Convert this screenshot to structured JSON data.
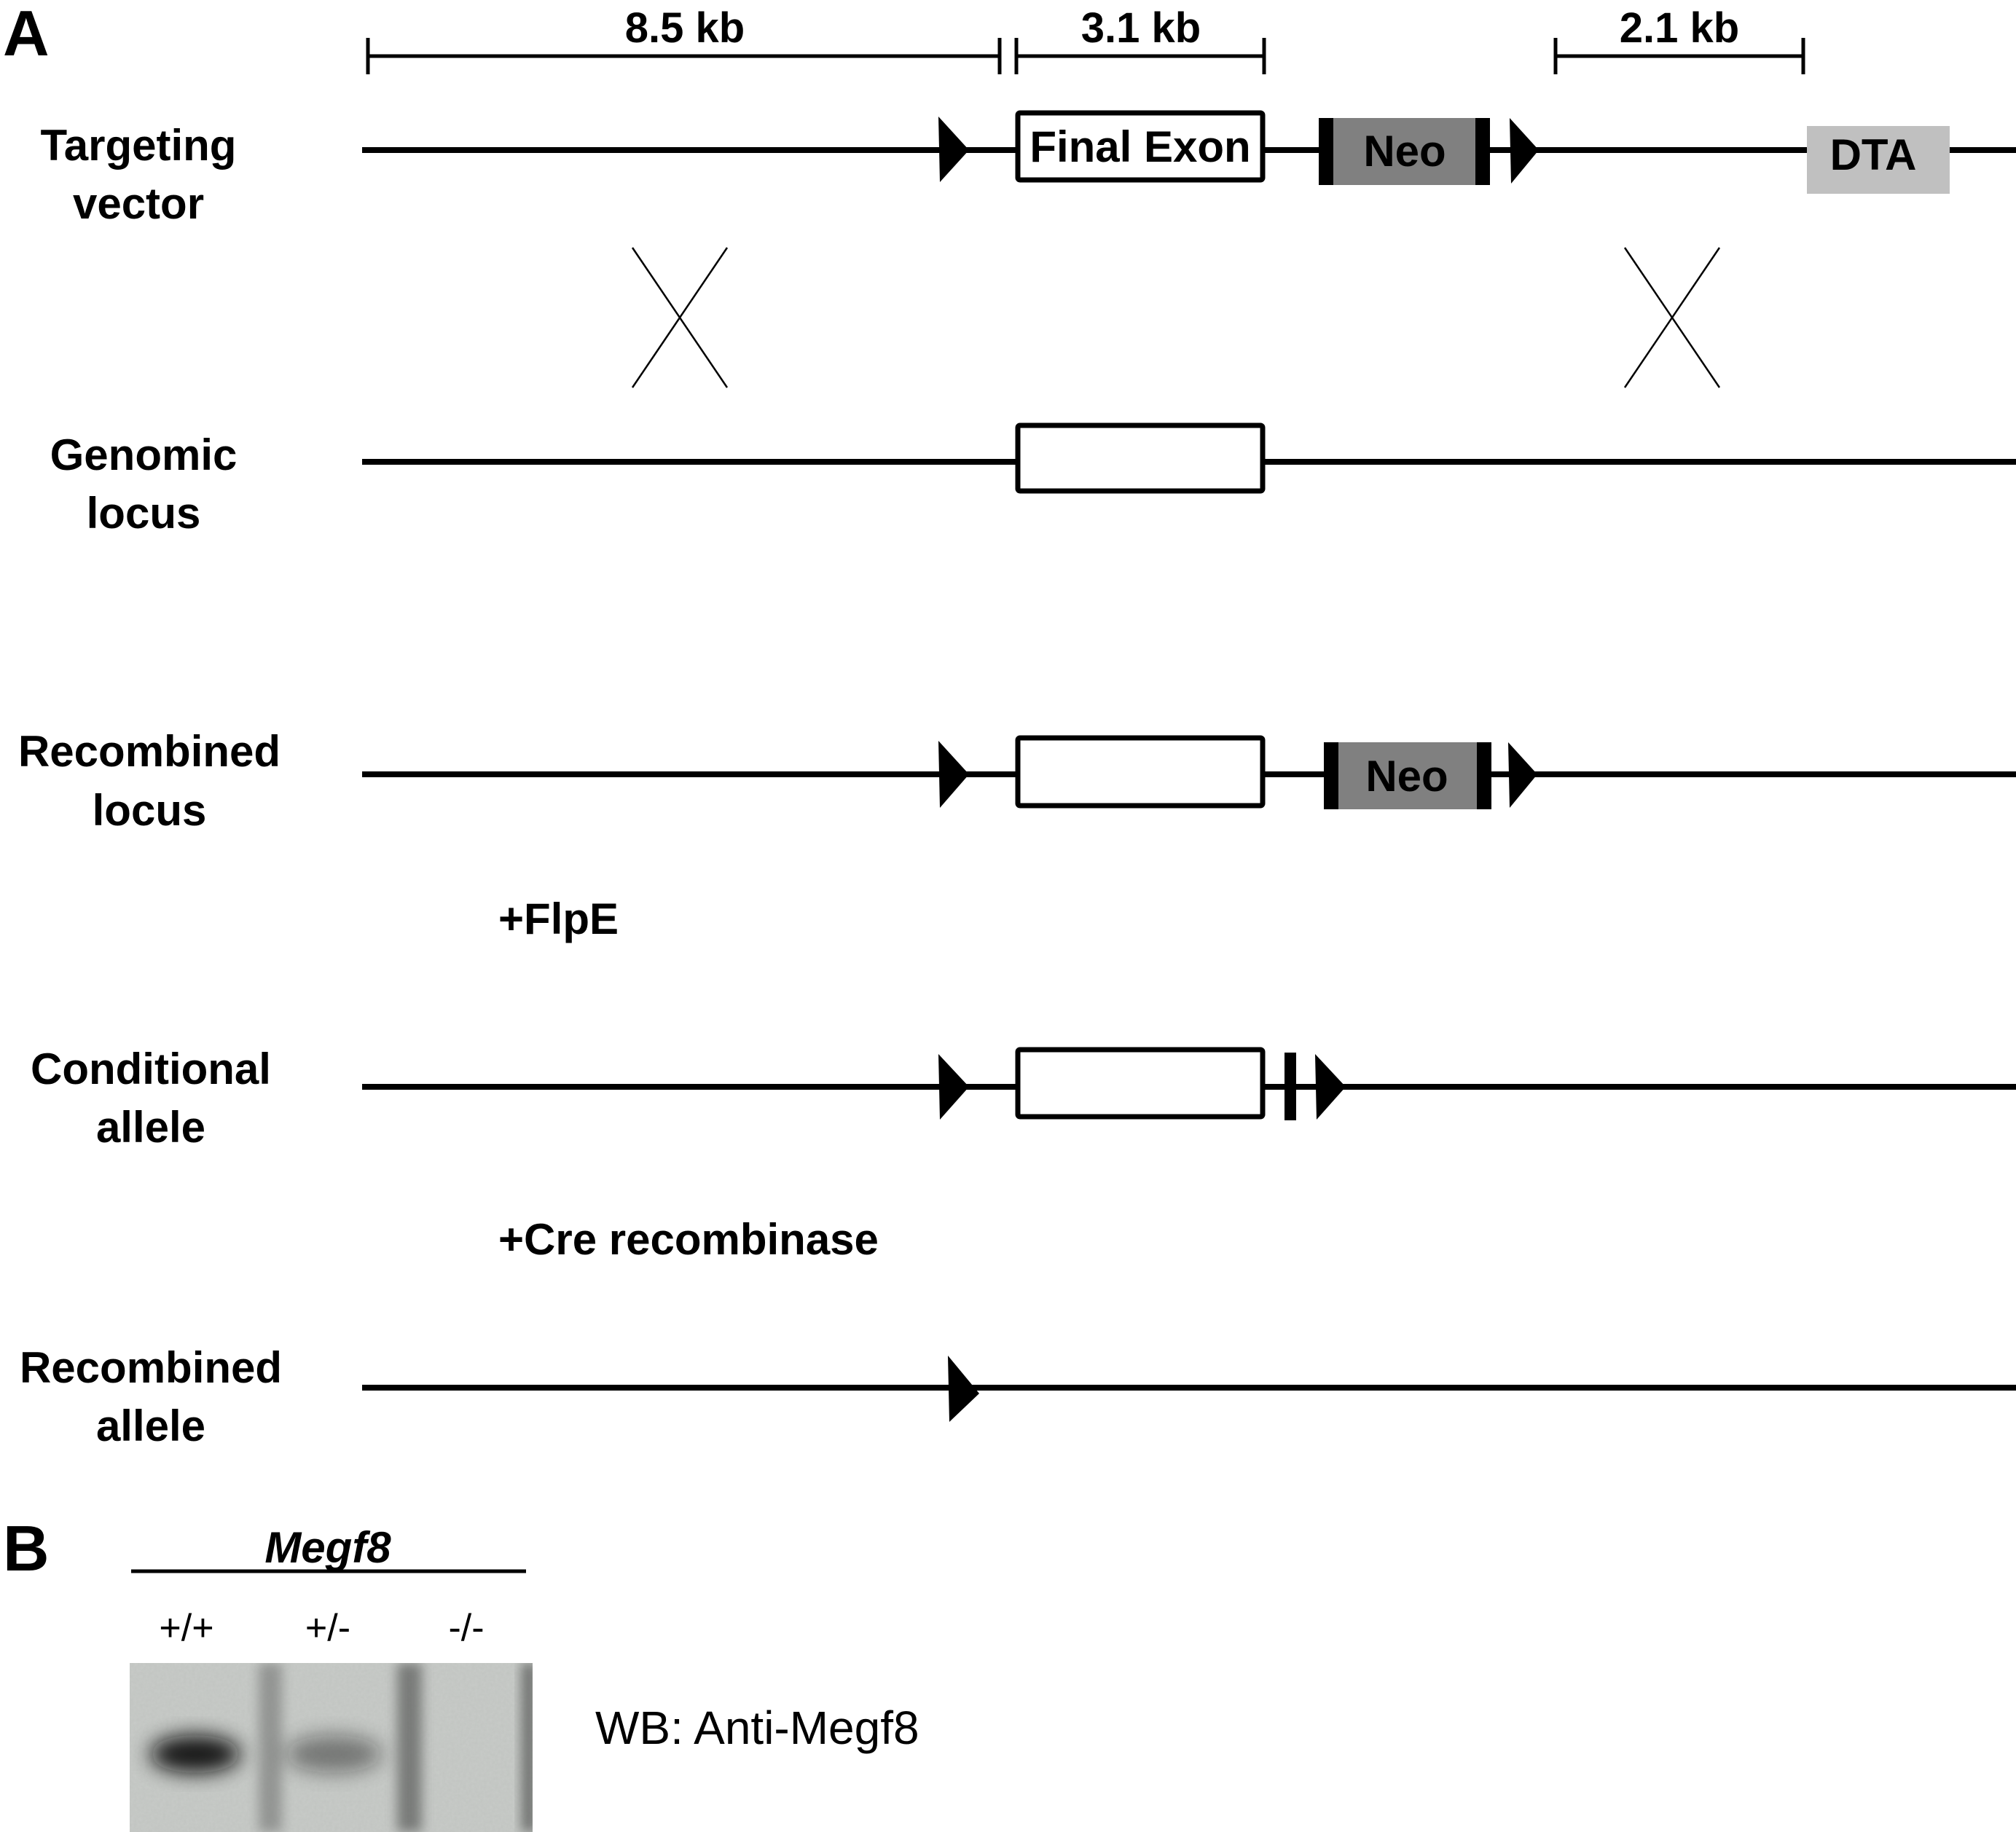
{
  "panel_a": {
    "label": "A",
    "scale_bars": [
      {
        "label": "8.5 kb"
      },
      {
        "label": "3.1 kb"
      },
      {
        "label": "2.1 kb"
      }
    ],
    "rows": [
      {
        "label_line1": "Targeting",
        "label_line2": "vector",
        "exon_label": "Final Exon",
        "neo_label": "Neo",
        "dta_label": "DTA"
      },
      {
        "label_line1": "Genomic",
        "label_line2": "locus"
      },
      {
        "label_line1": "Recombined",
        "label_line2": "locus",
        "neo_label": "Neo"
      },
      {
        "label_line1": "Conditional",
        "label_line2": "allele"
      },
      {
        "label_line1": "Recombined",
        "label_line2": "allele"
      }
    ],
    "steps": {
      "flpe": "+FlpE",
      "cre": "+Cre recombinase"
    }
  },
  "panel_b": {
    "label": "B",
    "gene": "Megf8",
    "genotypes": [
      "+/+",
      "+/-",
      "-/-"
    ],
    "band_intensity": [
      1.0,
      0.45,
      0.0
    ],
    "blot_label": "WB: Anti-Megf8"
  },
  "colors": {
    "neo": "#808080",
    "dta": "#c0c0c0",
    "line": "#000000"
  }
}
